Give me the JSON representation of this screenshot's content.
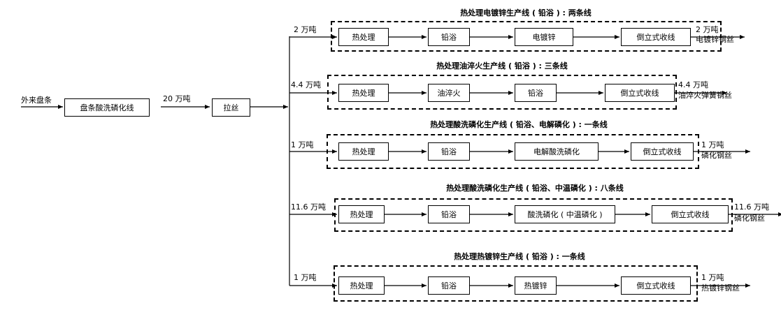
{
  "source": {
    "label": "外来盘条"
  },
  "pre_steps": [
    "盘条酸洗磷化线",
    "拉丝"
  ],
  "pre_amount": "20 万吨",
  "lines": [
    {
      "title": "热处理电镀锌生产线 ( 铅浴 ) : 两条线",
      "input_amount": "2 万吨",
      "steps": [
        "热处理",
        "铅浴",
        "电镀锌",
        "倒立式收线"
      ],
      "output_amount": "2 万吨",
      "output_product": "电镀锌钢丝"
    },
    {
      "title": "热处理油淬火生产线 ( 铅浴 ) : 三条线",
      "input_amount": "4.4 万吨",
      "steps": [
        "热处理",
        "油淬火",
        "铅浴",
        "倒立式收线"
      ],
      "output_amount": "4.4 万吨",
      "output_product": "油淬火弹簧钢丝"
    },
    {
      "title": "热处理酸洗磷化生产线 ( 铅浴、电解磷化 ) : 一条线",
      "input_amount": "1 万吨",
      "steps": [
        "热处理",
        "铅浴",
        "电解酸洗磷化",
        "倒立式收线"
      ],
      "output_amount": "1 万吨",
      "output_product": "磷化钢丝"
    },
    {
      "title": "热处理酸洗磷化生产线 ( 铅浴、中温磷化 ) : 八条线",
      "input_amount": "11.6 万吨",
      "steps": [
        "热处理",
        "铅浴",
        "酸洗磷化 ( 中温磷化 )",
        "倒立式收线"
      ],
      "output_amount": "11.6 万吨",
      "output_product": "磷化钢丝"
    },
    {
      "title": "热处理热镀锌生产线 ( 铅浴 ) : 一条线",
      "input_amount": "1 万吨",
      "steps": [
        "热处理",
        "铅浴",
        "热镀锌",
        "倒立式收线"
      ],
      "output_amount": "1 万吨",
      "output_product": "热镀锌钢丝"
    }
  ]
}
